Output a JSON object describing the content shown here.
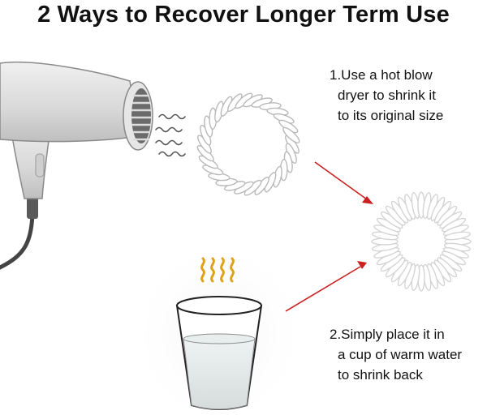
{
  "title": "2 Ways to Recover Longer Term Use",
  "steps": [
    {
      "lines": [
        "1.Use a hot blow",
        "dryer to shrink it",
        "to its original size"
      ]
    },
    {
      "lines": [
        "2.Simply place it in",
        "a cup of warm water",
        "to shrink back"
      ]
    }
  ],
  "colors": {
    "arrow": "#cc1f1f",
    "steam": "#e0a21a",
    "dryer_body": "#dcdcdc",
    "coil_stretched": "#b9b9b9",
    "coil_recovered": "#d4d4d4"
  },
  "icons": [
    "hair-dryer-icon",
    "hot-air-waves-icon",
    "stretched-coil-icon",
    "recovered-coil-icon",
    "cup-of-water-icon",
    "steam-icon"
  ]
}
